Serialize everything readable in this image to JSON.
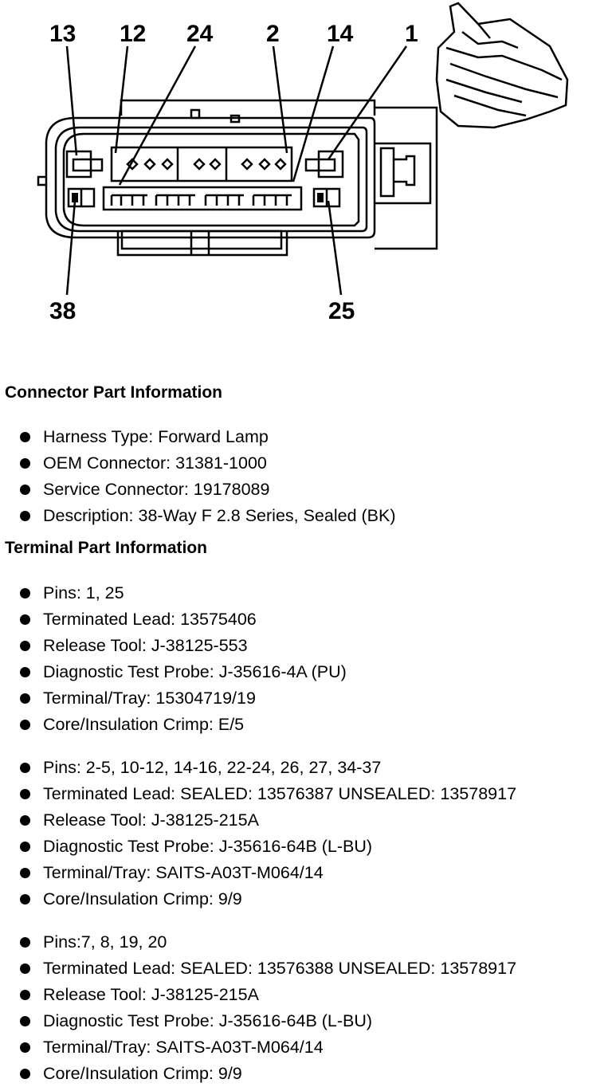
{
  "diagram": {
    "callouts": [
      "13",
      "12",
      "24",
      "2",
      "14",
      "1",
      "38",
      "25"
    ]
  },
  "connector_section": {
    "heading": "Connector Part Information",
    "items": [
      "Harness Type: Forward Lamp",
      "OEM Connector: 31381-1000",
      "Service Connector: 19178089",
      "Description: 38-Way F 2.8 Series, Sealed (BK)"
    ]
  },
  "terminal_section": {
    "heading": "Terminal Part Information",
    "groups": [
      {
        "items": [
          "Pins: 1, 25",
          "Terminated Lead: 13575406",
          "Release Tool: J-38125-553",
          "Diagnostic Test Probe: J-35616-4A (PU)",
          "Terminal/Tray: 15304719/19",
          "Core/Insulation Crimp: E/5"
        ]
      },
      {
        "items": [
          "Pins: 2-5, 10-12, 14-16, 22-24, 26, 27, 34-37",
          "Terminated Lead: SEALED: 13576387 UNSEALED: 13578917",
          "Release Tool: J-38125-215A",
          "Diagnostic Test Probe: J-35616-64B (L-BU)",
          "Terminal/Tray: SAITS-A03T-M064/14",
          "Core/Insulation Crimp: 9/9"
        ]
      },
      {
        "items": [
          "Pins:7, 8, 19, 20",
          "Terminated Lead: SEALED: 13576388 UNSEALED: 13578917",
          "Release Tool: J-38125-215A",
          "Diagnostic Test Probe: J-35616-64B (L-BU)",
          "Terminal/Tray: SAITS-A03T-M064/14",
          "Core/Insulation Crimp: 9/9"
        ]
      }
    ]
  }
}
